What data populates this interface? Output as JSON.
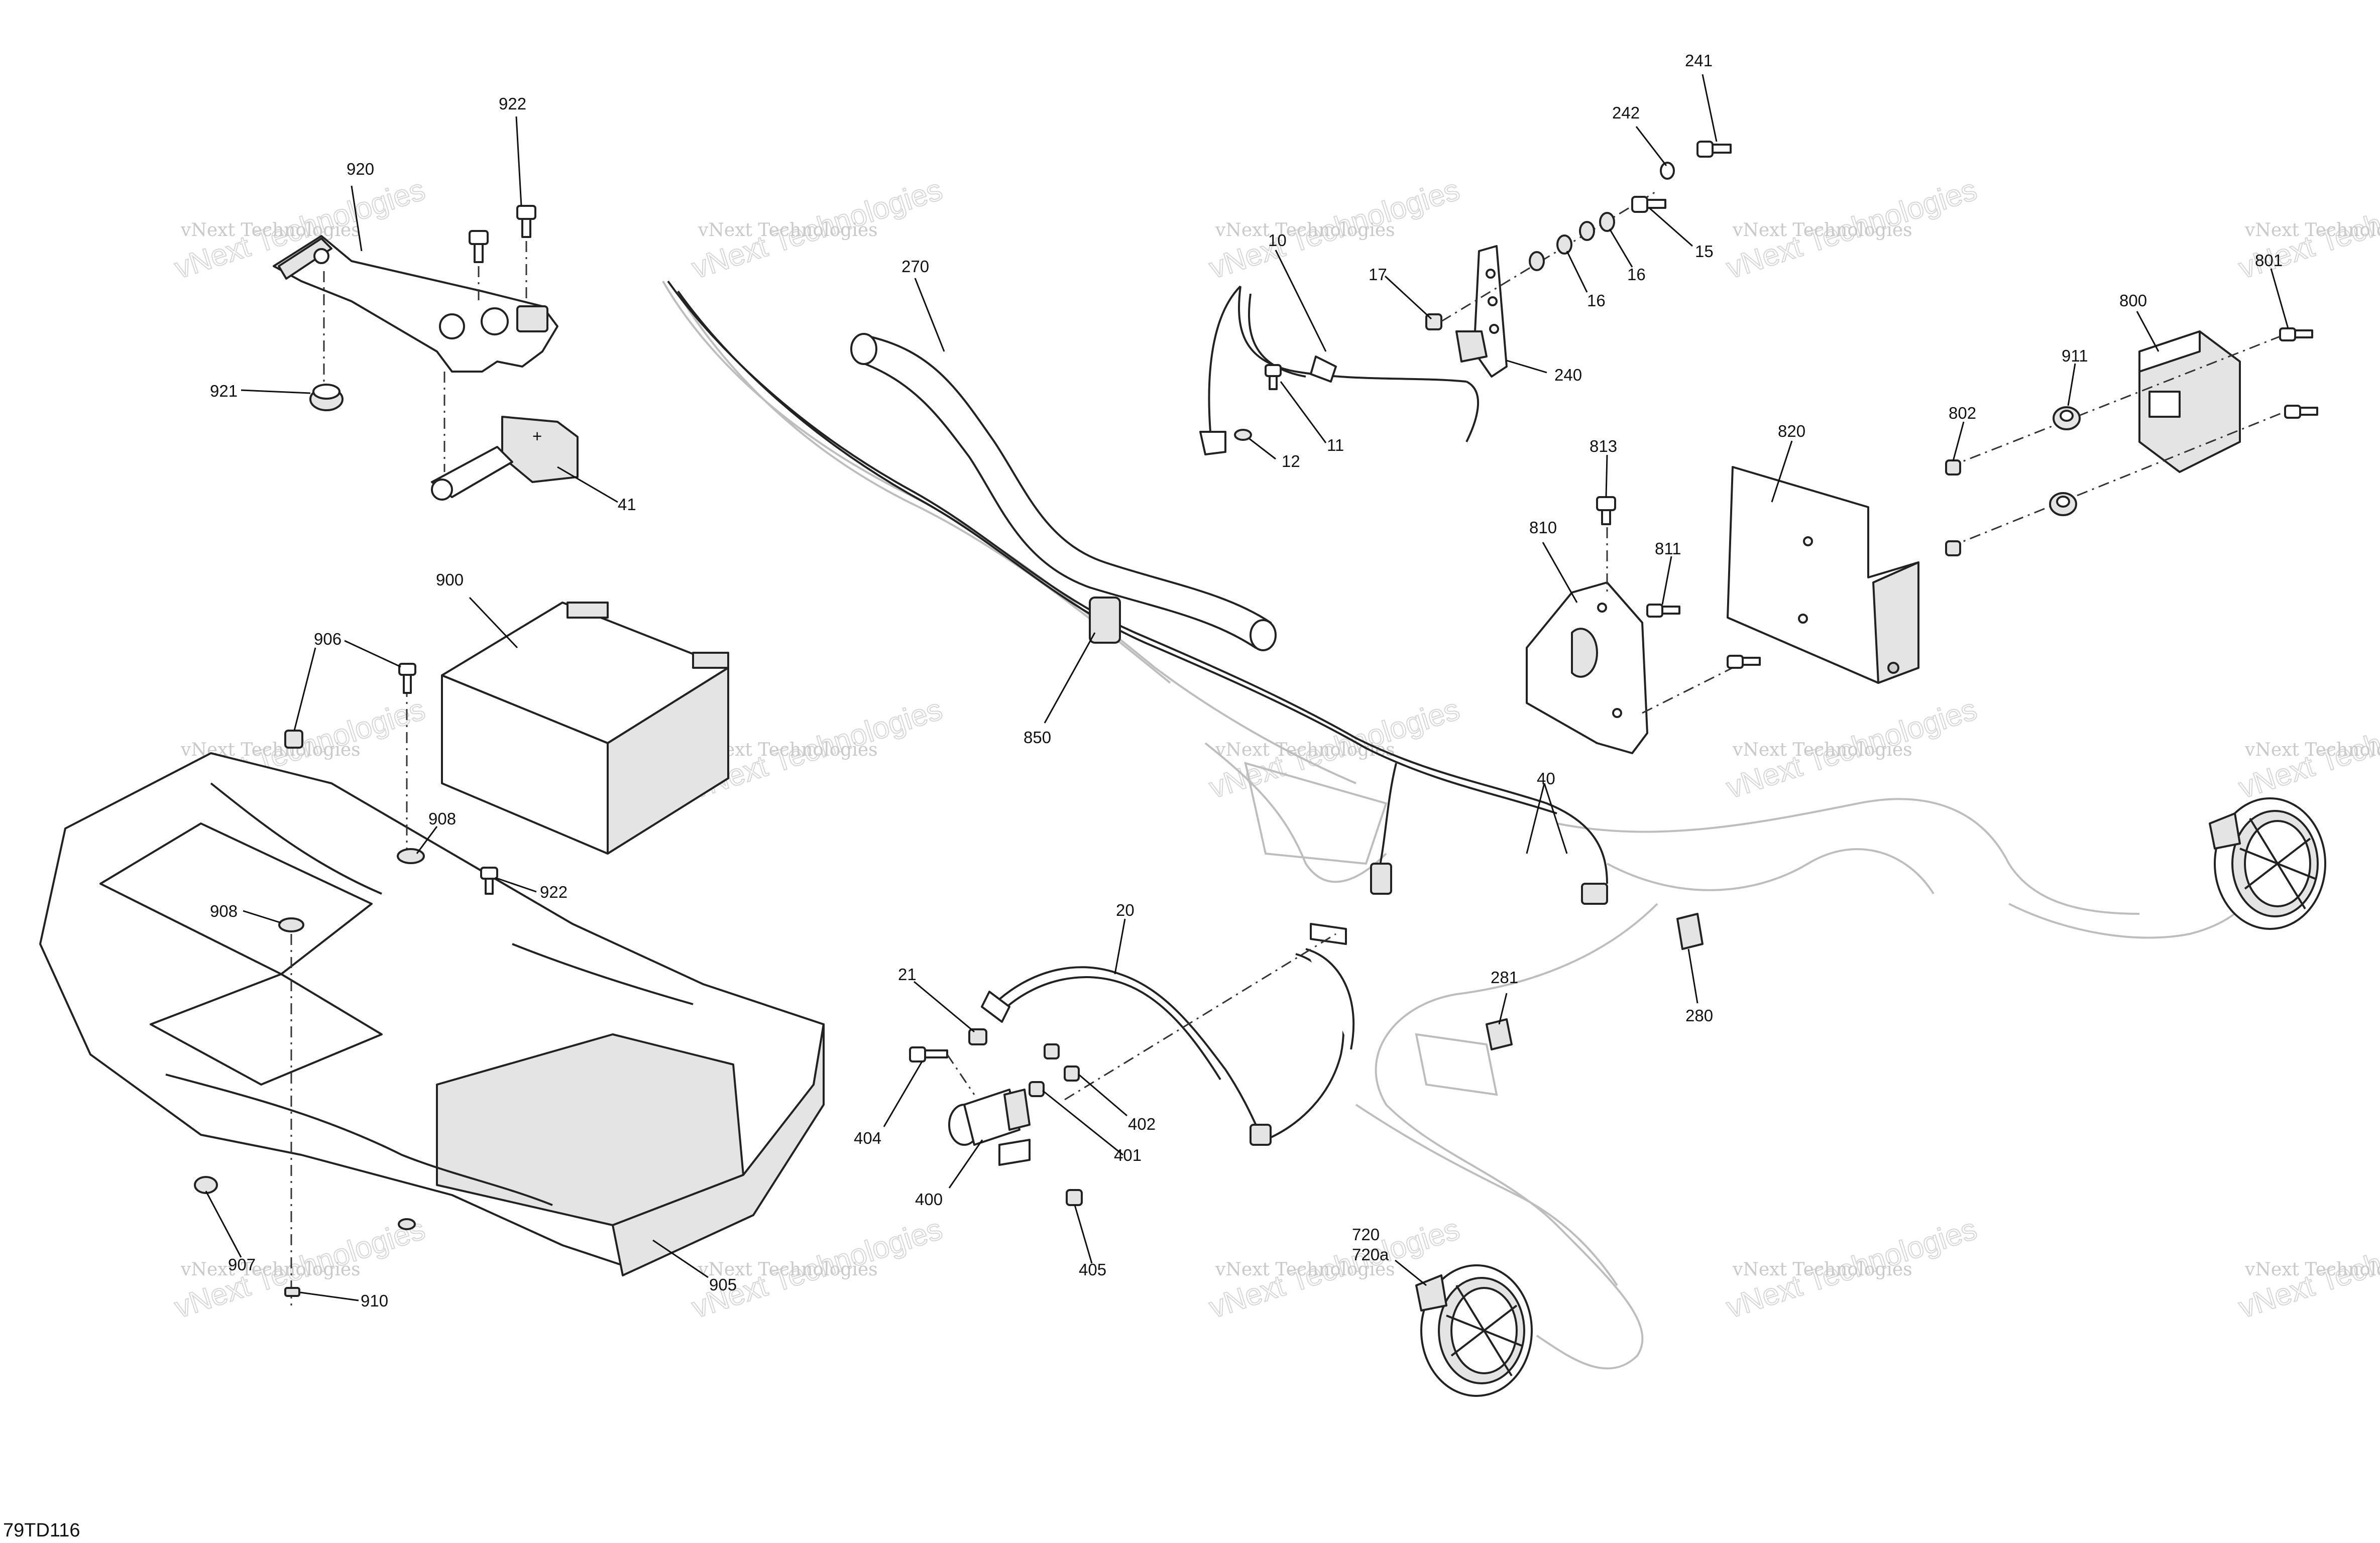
{
  "figure_code": "79TD116",
  "watermark": {
    "line1": "vNext Technologies",
    "line2": "vNext Technologies"
  },
  "callouts": [
    {
      "id": "c241",
      "text": "241"
    },
    {
      "id": "c242",
      "text": "242"
    },
    {
      "id": "c922a",
      "text": "922"
    },
    {
      "id": "c920",
      "text": "920"
    },
    {
      "id": "c921",
      "text": "921"
    },
    {
      "id": "c41",
      "text": "41"
    },
    {
      "id": "c270",
      "text": "270"
    },
    {
      "id": "c10",
      "text": "10"
    },
    {
      "id": "c17",
      "text": "17"
    },
    {
      "id": "c15",
      "text": "15"
    },
    {
      "id": "c16a",
      "text": "16"
    },
    {
      "id": "c16b",
      "text": "16"
    },
    {
      "id": "c240",
      "text": "240"
    },
    {
      "id": "c11",
      "text": "11"
    },
    {
      "id": "c12",
      "text": "12"
    },
    {
      "id": "c801",
      "text": "801"
    },
    {
      "id": "c800",
      "text": "800"
    },
    {
      "id": "c911",
      "text": "911"
    },
    {
      "id": "c802",
      "text": "802"
    },
    {
      "id": "c820",
      "text": "820"
    },
    {
      "id": "c813",
      "text": "813"
    },
    {
      "id": "c810",
      "text": "810"
    },
    {
      "id": "c811",
      "text": "811"
    },
    {
      "id": "c900",
      "text": "900"
    },
    {
      "id": "c906",
      "text": "906"
    },
    {
      "id": "c908a",
      "text": "908"
    },
    {
      "id": "c922b",
      "text": "922"
    },
    {
      "id": "c908b",
      "text": "908"
    },
    {
      "id": "c850",
      "text": "850"
    },
    {
      "id": "c40",
      "text": "40"
    },
    {
      "id": "c20",
      "text": "20"
    },
    {
      "id": "c21",
      "text": "21"
    },
    {
      "id": "c404",
      "text": "404"
    },
    {
      "id": "c402",
      "text": "402"
    },
    {
      "id": "c401",
      "text": "401"
    },
    {
      "id": "c400",
      "text": "400"
    },
    {
      "id": "c405",
      "text": "405"
    },
    {
      "id": "c281",
      "text": "281"
    },
    {
      "id": "c280",
      "text": "280"
    },
    {
      "id": "c720",
      "text": "720"
    },
    {
      "id": "c720a",
      "text": "720a"
    },
    {
      "id": "c907",
      "text": "907"
    },
    {
      "id": "c910",
      "text": "910"
    },
    {
      "id": "c905",
      "text": "905"
    }
  ]
}
